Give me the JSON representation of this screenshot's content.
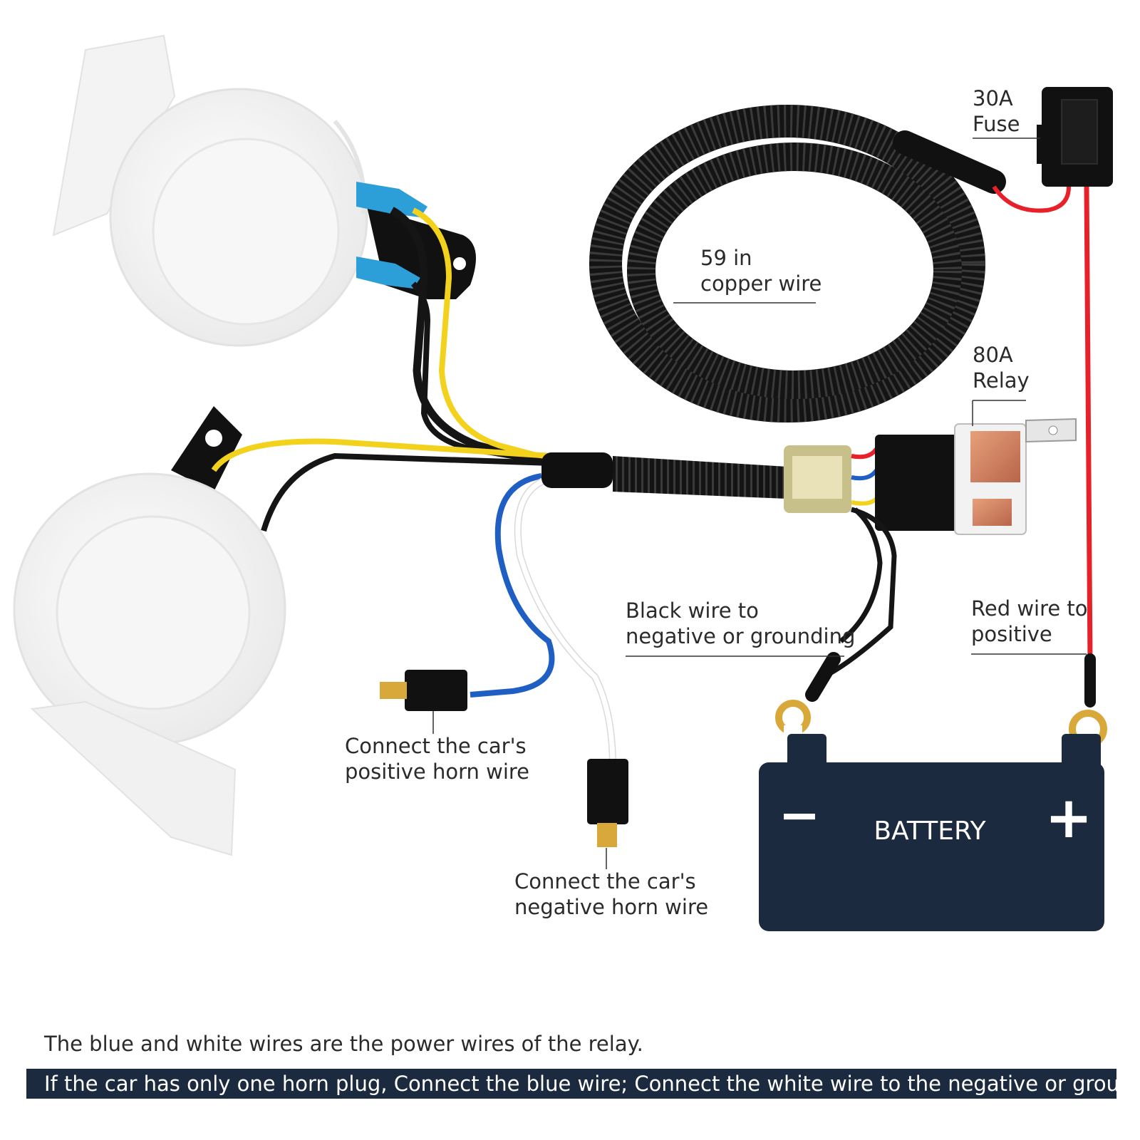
{
  "labels": {
    "fuse": [
      "30A",
      "Fuse"
    ],
    "copper_wire": [
      "59 in",
      "copper wire"
    ],
    "relay": [
      "80A",
      "Relay"
    ],
    "black_wire": [
      "Black wire to",
      "negative or grounding"
    ],
    "red_wire": [
      "Red wire to",
      "positive"
    ],
    "positive_horn": [
      "Connect the car's",
      "positive horn wire"
    ],
    "negative_horn": [
      "Connect the car's",
      "negative horn wire"
    ]
  },
  "battery": {
    "label": "BATTERY",
    "negative_symbol": "−",
    "positive_symbol": "+"
  },
  "notes": {
    "line1": "The blue and white wires are the power wires of the relay.",
    "line2": "If the car has only one horn plug, Connect the blue wire; Connect the white wire to the negative or ground."
  },
  "colors": {
    "battery": "#1c2a3f",
    "banner": "#1c2a3f",
    "wire_red": "#e8202a",
    "wire_yellow": "#f2d21c",
    "wire_blue": "#1f5fc4",
    "wire_black": "#151515",
    "wire_white": "#f4f4f4"
  },
  "icons": {
    "horns": "horn-icon",
    "fuse": "fuse-holder-icon",
    "relay": "relay-icon",
    "connectors": "spade-connector-icon",
    "terminals": "ring-terminal-icon"
  }
}
